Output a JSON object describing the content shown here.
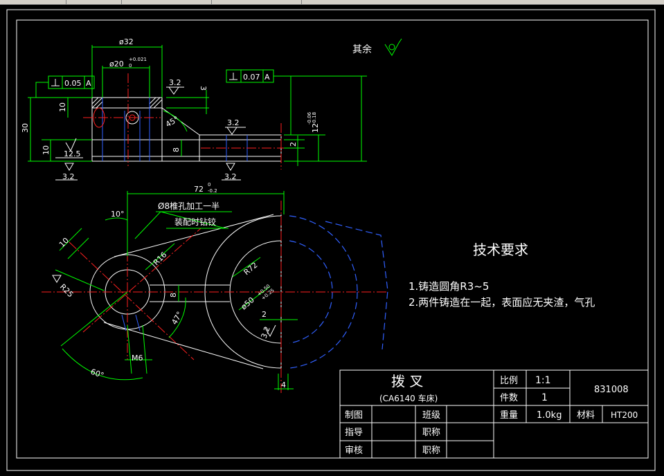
{
  "surface_finish_note": "其余",
  "tech_req": {
    "title": "技术要求",
    "items": [
      "1.铸造圆角R3~5",
      "2.两件铸造在一起，表面应无夹渣，气孔"
    ]
  },
  "leader_notes": {
    "taper_hole": "Ø8椎孔加工一半",
    "assembly_drill": "装配时钻铰"
  },
  "dims": {
    "d32": "ø32",
    "d20": "ø20",
    "d20_tol_up": "+0.021",
    "d20_tol_low": "0",
    "gdt_left_tol": "0.05",
    "gdt_left_datum": "A",
    "gdt_right_tol": "0.07",
    "gdt_right_datum": "A",
    "ra32_a": "3.2",
    "ra32_b": "3.2",
    "ra32_c": "3.2",
    "ra32_d": "3.2",
    "ra32_e": "3.2",
    "ra125": "12.5",
    "three": "3",
    "ten_a": "10",
    "thirty": "30",
    "ten_b": "10",
    "angle45": "45°",
    "eight_a": "8",
    "two_a": "2",
    "twelve": "12",
    "twelve_tol_up": "-0.06",
    "twelve_tol_low": "-0.18",
    "len72": "72",
    "len72_tol_up": "0",
    "len72_tol_low": "-0.2",
    "ang10": "10°",
    "ten_c": "10",
    "r25": "R25",
    "r16": "R16",
    "r72": "R72",
    "d50": "ø50",
    "d50_tol_up": "+0.50",
    "d50_tol_low": "+0.25",
    "eight_b": "8",
    "ang47": "47°",
    "two_b": "2",
    "m6": "M6",
    "ang60": "60°",
    "four": "4"
  },
  "title_block": {
    "part_name": "拨  叉",
    "model": "(CA6140 车床)",
    "scale_label": "比例",
    "scale_value": "1:1",
    "count_label": "件数",
    "count_value": "1",
    "drawing_no": "831008",
    "weight_label": "重量",
    "weight_value": "1.0kg",
    "material_label": "材料",
    "material_value": "HT200",
    "drafter_label": "制图",
    "class_label": "班级",
    "guide_label": "指导",
    "title1_label": "职称",
    "review_label": "审核",
    "title2_label": "职称"
  },
  "colors": {
    "outline": "#ffffff",
    "dimension": "#00ff00",
    "centerline": "#ff2020",
    "hidden": "#3060ff",
    "background": "#000000"
  }
}
